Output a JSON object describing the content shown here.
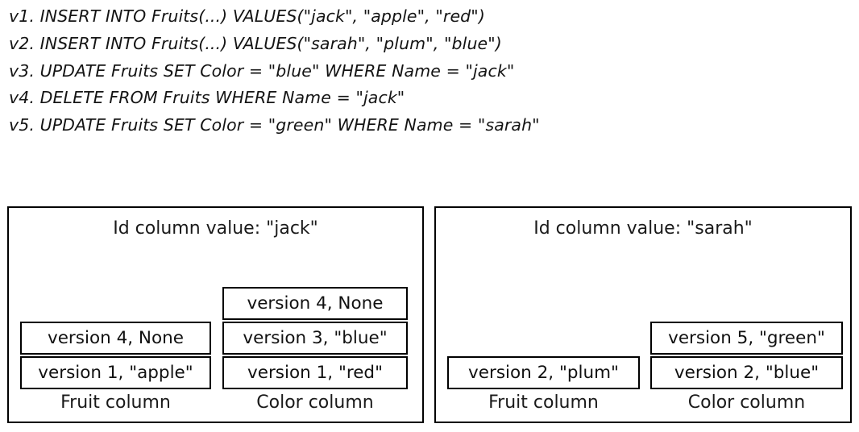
{
  "sql_log": {
    "lines": [
      "v1. INSERT INTO Fruits(...) VALUES(\"jack\", \"apple\", \"red\")",
      "v2. INSERT INTO Fruits(...) VALUES(\"sarah\", \"plum\", \"blue\")",
      "v3. UPDATE Fruits SET Color = \"blue\" WHERE Name = \"jack\"",
      "v4. DELETE FROM Fruits WHERE Name = \"jack\"",
      "v5. UPDATE Fruits SET Color = \"green\" WHERE Name = \"sarah\""
    ]
  },
  "diagram": {
    "rows": [
      {
        "title": "Id column value: \"jack\"",
        "columns": [
          {
            "label": "Fruit column",
            "cells": [
              "version 4, None",
              "version 1, \"apple\""
            ]
          },
          {
            "label": "Color column",
            "cells": [
              "version 4, None",
              "version 3, \"blue\"",
              "version 1, \"red\""
            ]
          }
        ]
      },
      {
        "title": "Id column value: \"sarah\"",
        "columns": [
          {
            "label": "Fruit column",
            "cells": [
              "version 2, \"plum\""
            ]
          },
          {
            "label": "Color column",
            "cells": [
              "version 5, \"green\"",
              "version 2, \"blue\""
            ]
          }
        ]
      }
    ]
  },
  "colors": {
    "background": "#ffffff",
    "ink": "#000000",
    "text": "#141414"
  }
}
